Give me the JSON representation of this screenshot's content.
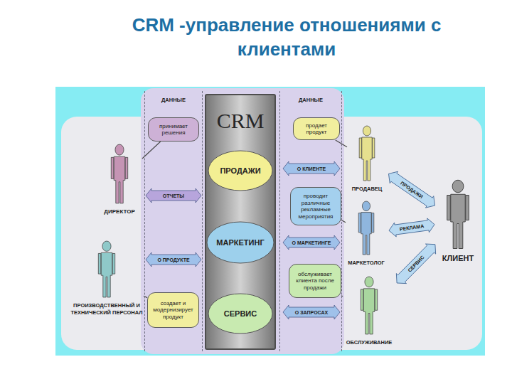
{
  "diagram": {
    "title": "CRM -управление отношениями с клиентами",
    "nodes": [
      {
        "text": [
          "ДАННЫЕ"
        ]
      },
      {
        "text": [
          "принимает решения"
        ],
        "in": 0
      },
      {
        "text": [
          "ОТЧЕТЫ"
        ],
        "in": 0
      },
      {
        "text": [
          "О ПРОДУКТЕ"
        ],
        "in": 0
      },
      {
        "text": [
          "создает и модернизирует продукт"
        ],
        "in": 0
      },
      {
        "text": [
          "CRM"
        ]
      },
      {
        "text": [
          "ПРОДАЖИ"
        ],
        "in": 5
      },
      {
        "text": [
          "МАРКЕТИНГ"
        ],
        "in": 5
      },
      {
        "text": [
          "СЕРВИС"
        ],
        "in": 5
      },
      {
        "text": [
          "ДАННЫЕ"
        ]
      },
      {
        "text": [
          "продает продукт"
        ],
        "in": 9
      },
      {
        "text": [
          "О КЛИЕНТЕ"
        ],
        "in": 9
      },
      {
        "text": [
          "проводит различные рекламные мероприятия"
        ],
        "in": 9
      },
      {
        "text": [
          "О МАРКЕТИНГЕ"
        ],
        "in": 9
      },
      {
        "text": [
          "обслуживает клиента после продажи"
        ],
        "in": 9
      },
      {
        "text": [
          "О ЗАПРОСАХ"
        ],
        "in": 9
      },
      {
        "text": [
          "ДИРЕКТОР"
        ]
      },
      {
        "text": [
          "ПРОИЗВОДСТВЕННЫЙ И ТЕХНИЧЕСКИЙ ПЕРСОНАЛ"
        ]
      },
      {
        "text": [
          "ПРОДАВЕЦ"
        ]
      },
      {
        "text": [
          "МАРКЕТОЛОГ"
        ]
      },
      {
        "text": [
          "ОБСЛУЖИВАНИЕ"
        ]
      },
      {
        "text": [
          "КЛИЕНТ"
        ]
      }
    ],
    "edges": [
      {
        "from": 16,
        "to": 1,
        "arrow": "none"
      },
      {
        "from": 17,
        "to": 4,
        "arrow": "none"
      },
      {
        "from": 18,
        "to": 10,
        "arrow": "none"
      },
      {
        "from": 19,
        "to": 12,
        "arrow": "none"
      },
      {
        "from": 20,
        "to": 14,
        "arrow": "none"
      },
      {
        "from": 18,
        "to": 21,
        "label": "ПРОДАЖИ",
        "arrow": "both"
      },
      {
        "from": 19,
        "to": 21,
        "label": "РЕКЛАМА",
        "arrow": "both"
      },
      {
        "from": 20,
        "to": 21,
        "label": "СЕРВИС",
        "arrow": "both"
      }
    ]
  }
}
